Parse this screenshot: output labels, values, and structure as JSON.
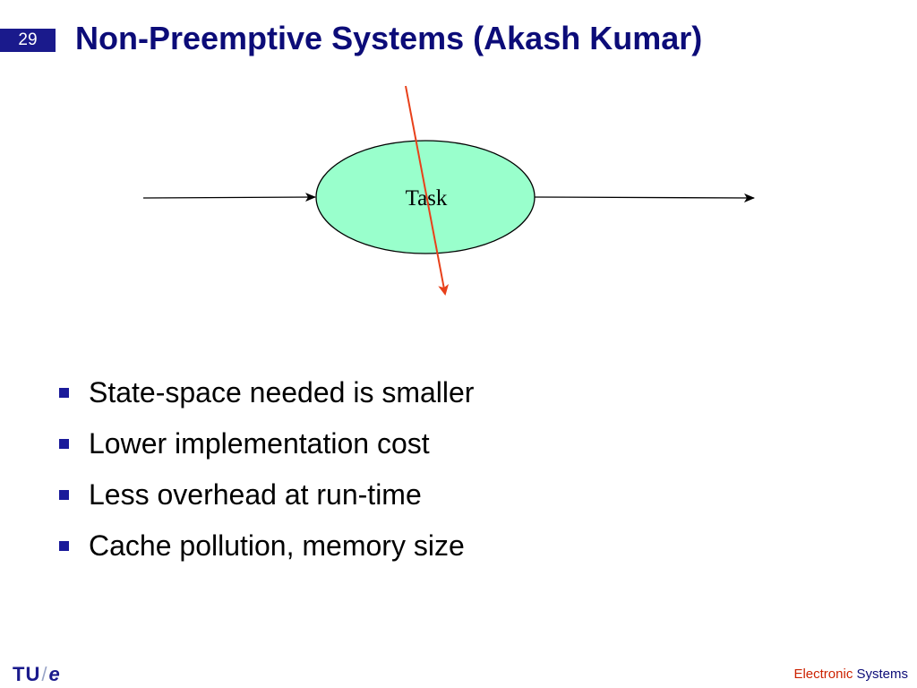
{
  "slide": {
    "number": "29",
    "title": "Non-Preemptive Systems (Akash Kumar)"
  },
  "diagram": {
    "node_label": "Task",
    "node_fill": "#99ffcc",
    "cut_line_color": "#e8401a"
  },
  "bullets": [
    "State-space needed is smaller",
    "Lower implementation cost",
    "Less overhead at run-time",
    "Cache pollution, memory size"
  ],
  "footer": {
    "logo_left": "TU",
    "logo_slash": "/",
    "logo_right": "e",
    "label_part1": "Electronic",
    "label_part2": "Systems"
  },
  "colors": {
    "title": "#0c0c78",
    "bullet_marker": "#1a1a9a",
    "slide_number_bg": "#1a1a8c"
  }
}
